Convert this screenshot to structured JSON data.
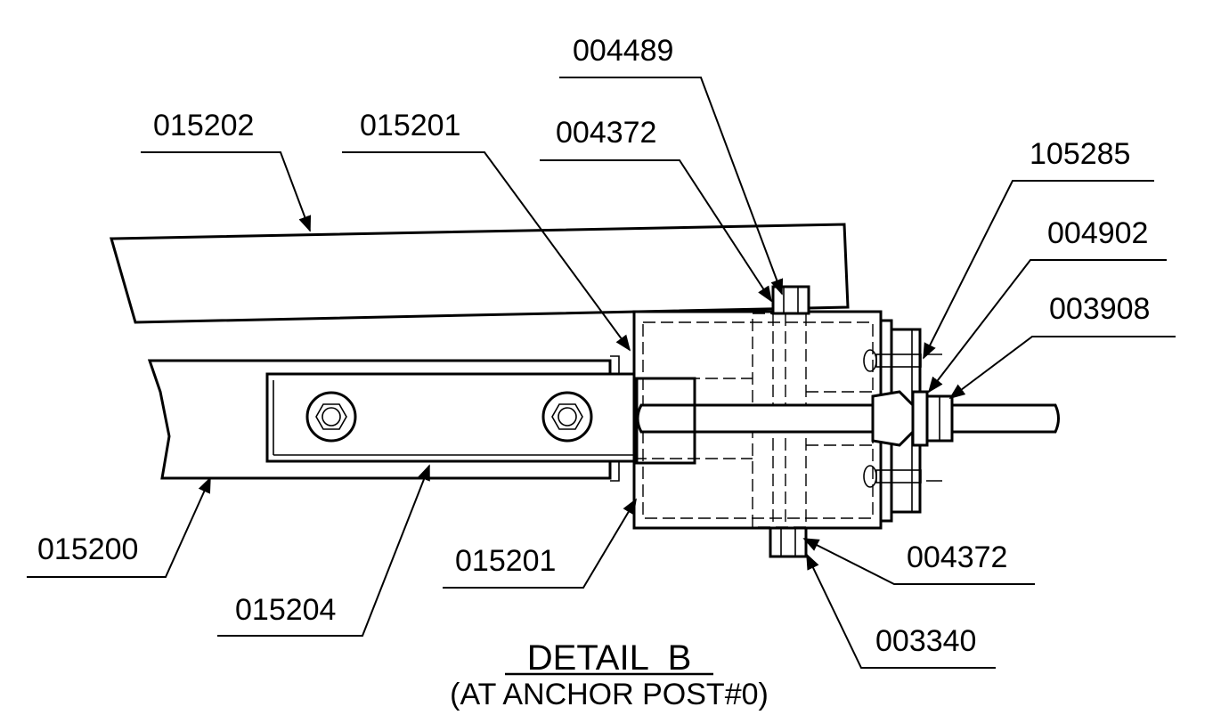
{
  "labels": {
    "p004489": "004489",
    "p015202": "015202",
    "p015201_top": "015201",
    "p004372_top": "004372",
    "p105285": "105285",
    "p004902": "004902",
    "p003908": "003908",
    "p015200": "015200",
    "p015201_bottom": "015201",
    "p004372_bottom": "004372",
    "p015204": "015204",
    "p003340": "003340"
  },
  "title": "DETAIL  B",
  "subtitle": "(AT ANCHOR POST#0)"
}
